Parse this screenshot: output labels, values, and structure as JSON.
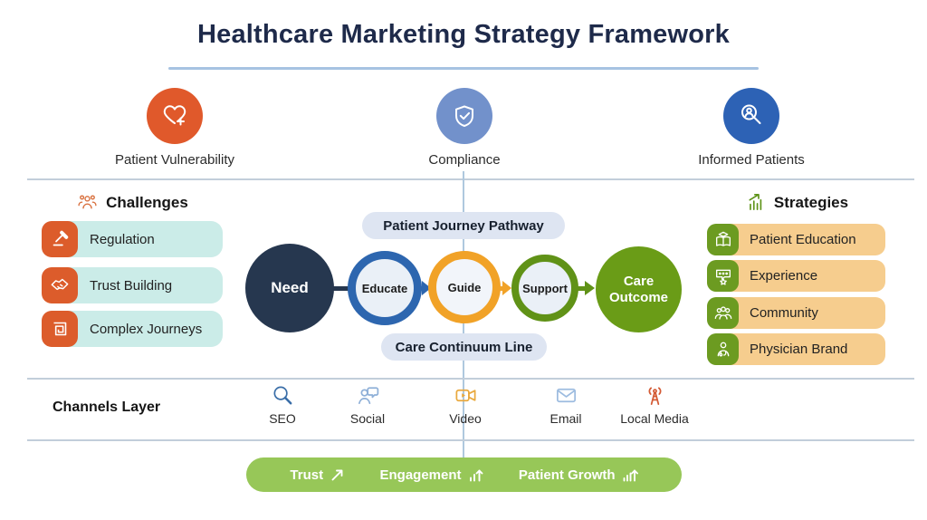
{
  "title": "Healthcare Marketing Strategy Framework",
  "top_icons": [
    {
      "label": "Patient Vulnerability",
      "icon": "heart-plus-icon",
      "color": "#e0592b"
    },
    {
      "label": "Compliance",
      "icon": "shield-check-icon",
      "color": "#7291cb"
    },
    {
      "label": "Informed Patients",
      "icon": "magnifier-person-icon",
      "color": "#2d62b5"
    }
  ],
  "challenges": {
    "heading": "Challenges",
    "items": [
      {
        "label": "Regulation",
        "icon": "gavel-icon"
      },
      {
        "label": "Trust Building",
        "icon": "handshake-icon"
      },
      {
        "label": "Complex Journeys",
        "icon": "maze-icon"
      }
    ]
  },
  "strategies": {
    "heading": "Strategies",
    "items": [
      {
        "label": "Patient Education",
        "icon": "book-gradcap-icon"
      },
      {
        "label": "Experience",
        "icon": "review-star-icon"
      },
      {
        "label": "Community",
        "icon": "people-group-icon"
      },
      {
        "label": "Physician Brand",
        "icon": "doctor-icon"
      }
    ]
  },
  "journey": {
    "top_label": "Patient Journey Pathway",
    "bottom_label": "Care Continuum Line",
    "stages": [
      {
        "label": "Need",
        "style": "solid",
        "color": "#26374f"
      },
      {
        "label": "Educate",
        "style": "ring",
        "color": "#2d66af"
      },
      {
        "label": "Guide",
        "style": "ring",
        "color": "#f1a227"
      },
      {
        "label": "Support",
        "style": "ring",
        "color": "#609217"
      },
      {
        "label": "Care Outcome",
        "style": "solid",
        "color": "#6a9c17"
      }
    ]
  },
  "channels": {
    "heading": "Channels Layer",
    "items": [
      {
        "label": "SEO",
        "icon": "search-icon"
      },
      {
        "label": "Social",
        "icon": "person-chat-icon"
      },
      {
        "label": "Video",
        "icon": "video-camera-icon"
      },
      {
        "label": "Email",
        "icon": "envelope-icon"
      },
      {
        "label": "Local Media",
        "icon": "radio-tower-icon"
      }
    ]
  },
  "outcomes": [
    {
      "label": "Trust",
      "icon": "trend-up-icon"
    },
    {
      "label": "Engagement",
      "icon": "bars-up-icon"
    },
    {
      "label": "Patient Growth",
      "icon": "bars-up-icon"
    }
  ],
  "palette": {
    "title": "#1e2a4a",
    "underline": "#a7c3e2",
    "divider": "#c2ceda",
    "vertical_line": "#afc8de",
    "challenge_pill_bg": "#cbece8",
    "challenge_icon_bg": "#dc5c2b",
    "strategy_pill_bg": "#f6cd8e",
    "strategy_icon_bg": "#6c9b21",
    "journey_label_bg": "#dee5f2",
    "outcome_bar_bg": "#97c758"
  }
}
